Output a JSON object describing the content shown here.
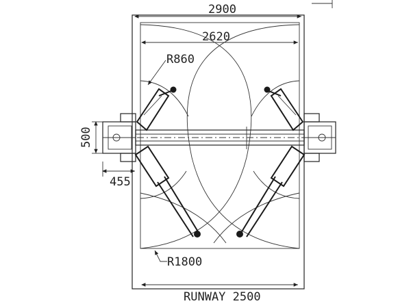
{
  "dimensions": {
    "total_width": "2900",
    "inner_width": "2620",
    "arc_radius": "R860",
    "swing_radius": "R1800",
    "column_depth": "500",
    "column_offset": "455",
    "runway": "RUNWAY 2500"
  },
  "colors": {
    "line": "#222222",
    "background": "#ffffff"
  }
}
